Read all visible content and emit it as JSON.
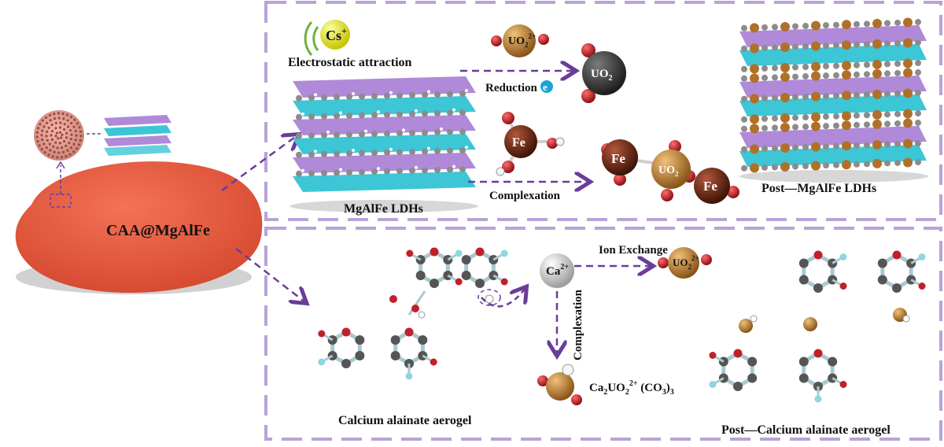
{
  "diagram": {
    "left": {
      "body_label": "CAA@MgAlFe"
    },
    "top_panel": {
      "cs_ion": "Cs",
      "cs_charge": "+",
      "electrostatic_label": "Electrostatic attraction",
      "uo2_ion": "UO",
      "uo2_sub": "2",
      "uo2_charge": "2+",
      "reduction_label": "Reduction",
      "electron": "e",
      "electron_charge": "-",
      "uo2_product": "UO",
      "uo2_product_sub": "2",
      "fe_center": "Fe",
      "complexation_label": "Complexation",
      "complex_fe_left": "Fe",
      "complex_uo2": "UO",
      "complex_uo2_sub": "2",
      "complex_fe_right": "Fe",
      "ldh_label": "MgAlFe LDHs",
      "post_ldh_label": "Post—MgAlFe LDHs"
    },
    "bottom_panel": {
      "ion_exchange_label": "Ion Exchange",
      "ca_ion": "Ca",
      "ca_charge": "2+",
      "uo2_ion": "UO",
      "uo2_sub": "2",
      "uo2_charge": "2+",
      "complexation_label": "Complexation",
      "product_formula_a": "Ca",
      "product_formula_a_sub": "2",
      "product_formula_b": "UO",
      "product_formula_b_sub": "2",
      "product_formula_b_sup": "2+",
      "product_formula_c": " (CO",
      "product_formula_c_sub": "3",
      "product_formula_d": ")",
      "product_formula_d_sub": "3",
      "aerogel_label": "Calcium alainate aerogel",
      "post_aerogel_label": "Post—Calcium alainate aerogel"
    },
    "colors": {
      "panel_border": "#b9a3d6",
      "arrow": "#6a3d9a",
      "body_red": "#e8553a",
      "cyan": "#3cc6d6",
      "violet": "#b08ad9",
      "uranium": "#b0702a",
      "iron": "#6e2a14",
      "carbon": "#5c5c5c",
      "oxygen": "#c0202a",
      "fluorine_like": "#8fd6e0"
    }
  }
}
